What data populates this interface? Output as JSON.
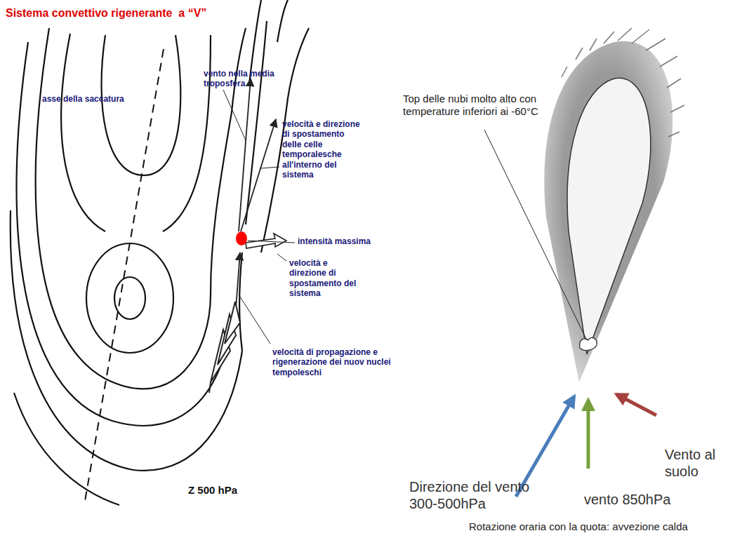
{
  "diagram": {
    "title": "Sistema convettivo rigenerante  a “V”",
    "labels": [
      "asse della saccatura",
      "vento nella media troposfera",
      "velocità e direzione di spostamento delle celle temporalesche all'interno del sistema",
      "intensità massima",
      "velocità e direzione di spostamento del sistema",
      "velocità di propagazione e rigenerazione dei nuov nuclei tempoleschi",
      "Z 500 hPa",
      "Top delle nubi molto alto con temperature inferiori ai -60°C",
      "Vento al suolo",
      "Direzione del vento 300-500hPa",
      "vento 850hPa",
      "Rotazione oraria con la quota: avvezione calda"
    ]
  }
}
